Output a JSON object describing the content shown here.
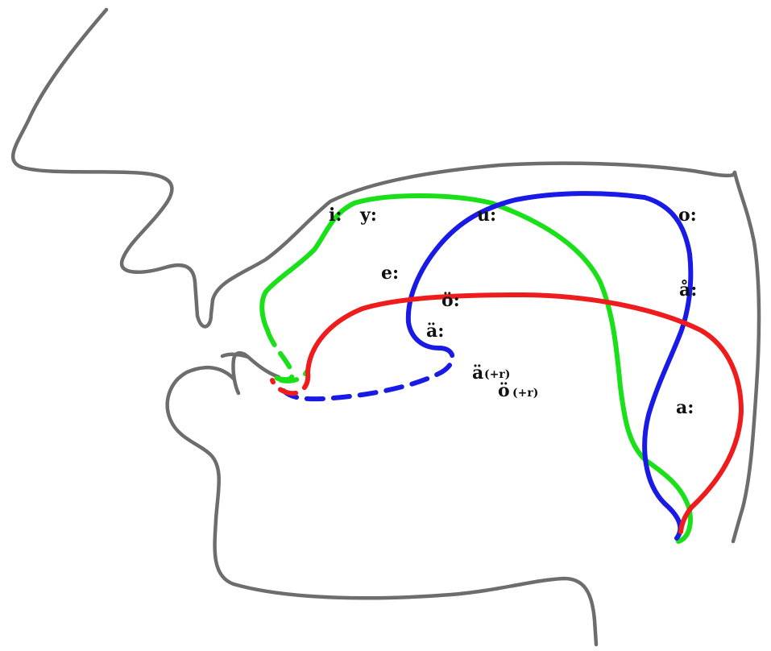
{
  "colors": {
    "outline": "#6d6d6d",
    "green_tongue": "#19e019",
    "blue_tongue": "#1a1ae6",
    "red_tongue": "#ee1c1c"
  },
  "labels": {
    "i": "i:",
    "y": "y:",
    "u": "u:",
    "o": "o:",
    "e": "e:",
    "oe": "ö:",
    "ae": "ä:",
    "aa": "å:",
    "a": "a:",
    "ae_r": "ä",
    "oe_r": "ö",
    "plus_r": "(+r)"
  }
}
